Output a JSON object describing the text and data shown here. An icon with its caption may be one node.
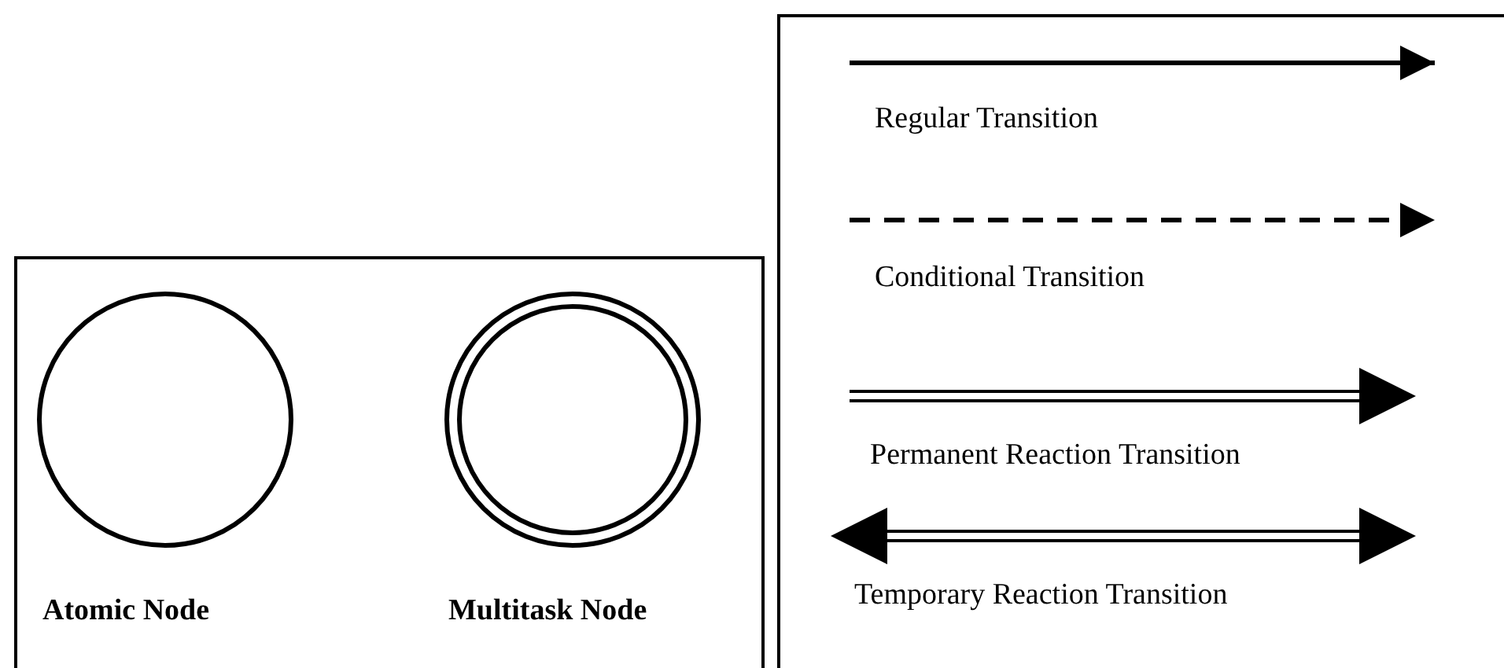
{
  "diagram": {
    "legend": [
      {
        "text": "Atomic Node"
      },
      {
        "text": "Multitask Node"
      },
      {
        "text": "Regular Transition"
      },
      {
        "text": "Conditional Transition"
      },
      {
        "text": "Permanent Reaction Transition"
      },
      {
        "text": "Temporary Reaction Transition"
      }
    ]
  }
}
